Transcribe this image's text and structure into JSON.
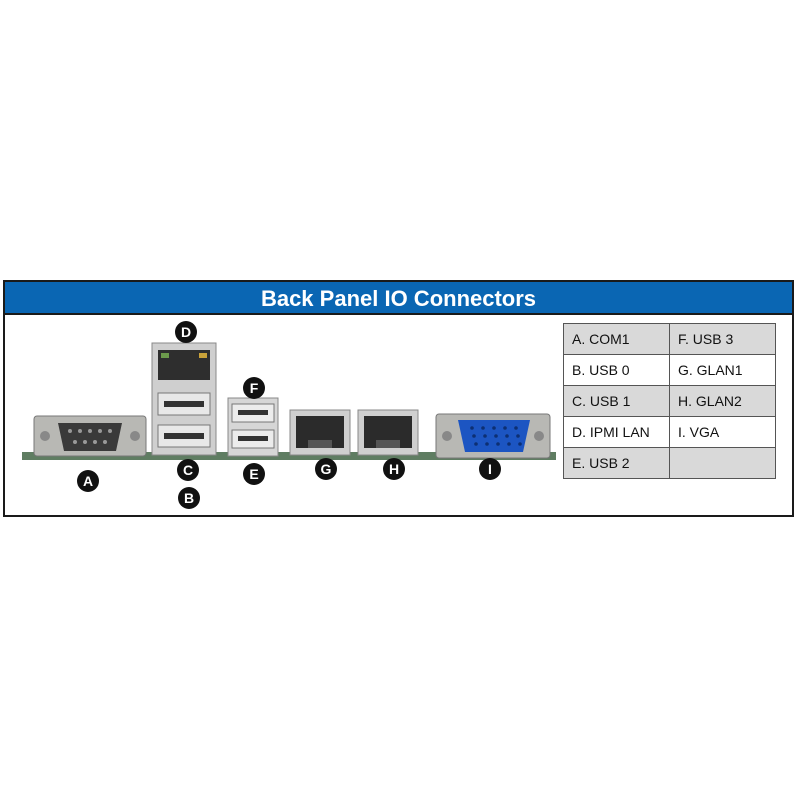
{
  "title": "Back Panel IO Connectors",
  "markers": [
    "A",
    "B",
    "C",
    "D",
    "E",
    "F",
    "G",
    "H",
    "I"
  ],
  "legend": [
    [
      "A. COM1",
      "F. USB 3"
    ],
    [
      "B. USB 0",
      "G. GLAN1"
    ],
    [
      "C. USB 1",
      "H. GLAN2"
    ],
    [
      "D. IPMI LAN",
      "I. VGA"
    ],
    [
      "E. USB 2",
      ""
    ]
  ],
  "colors": {
    "header": "#0a66b3",
    "board": "#5f7d62",
    "vga": "#1c55c2"
  }
}
